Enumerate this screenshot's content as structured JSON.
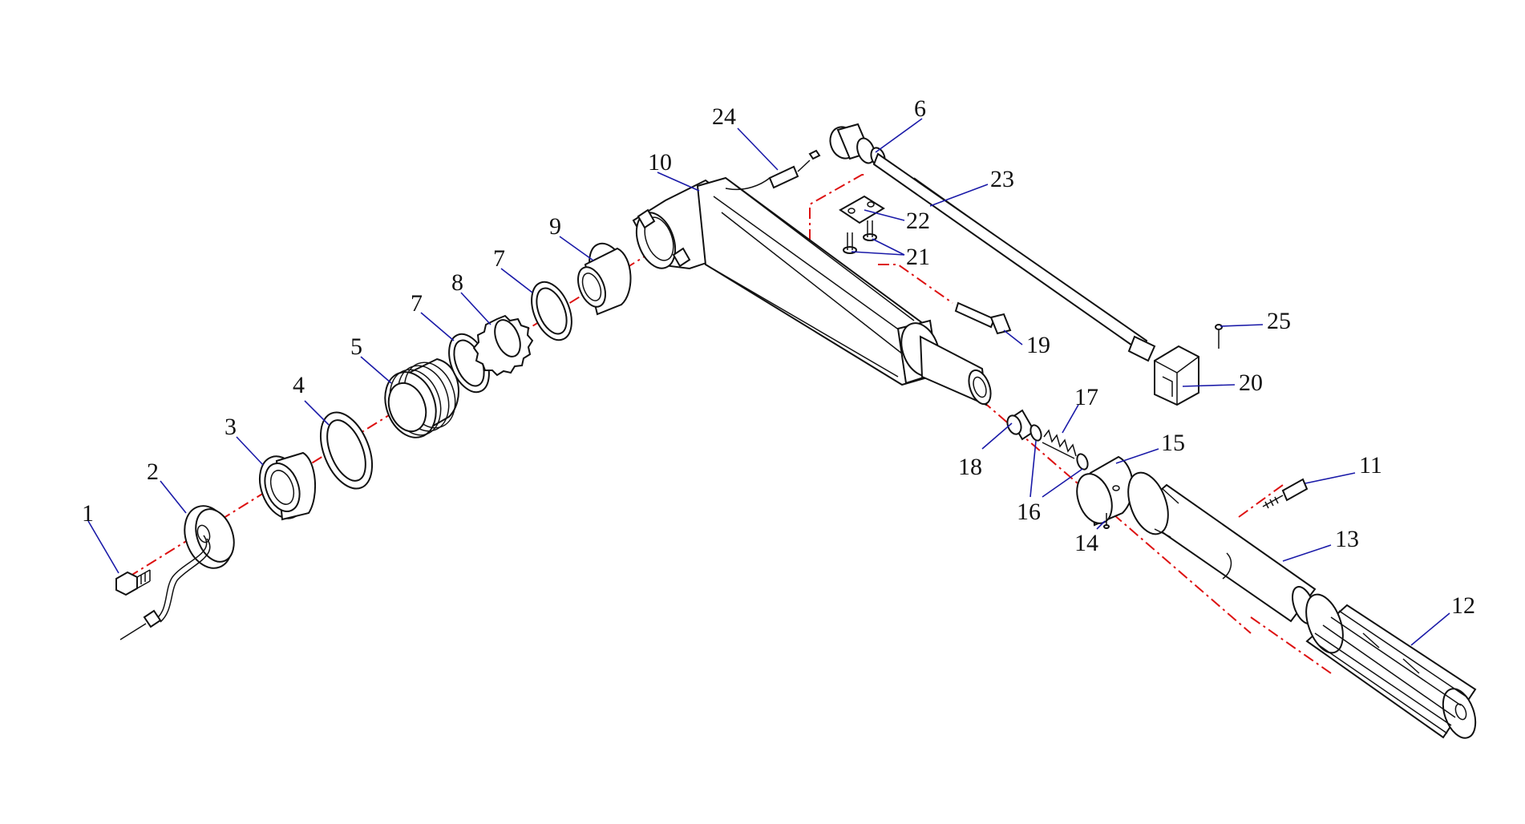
{
  "diagram": {
    "colors": {
      "line": "#111111",
      "leader": "#1a1aa8",
      "axis": "#dd1111",
      "background": "#ffffff"
    },
    "labels": [
      {
        "id": "1",
        "text": "1"
      },
      {
        "id": "2",
        "text": "2"
      },
      {
        "id": "3",
        "text": "3"
      },
      {
        "id": "4",
        "text": "4"
      },
      {
        "id": "5",
        "text": "5"
      },
      {
        "id": "6",
        "text": "6"
      },
      {
        "id": "7a",
        "text": "7"
      },
      {
        "id": "7b",
        "text": "7"
      },
      {
        "id": "8",
        "text": "8"
      },
      {
        "id": "9",
        "text": "9"
      },
      {
        "id": "10",
        "text": "10"
      },
      {
        "id": "11",
        "text": "11"
      },
      {
        "id": "12",
        "text": "12"
      },
      {
        "id": "13",
        "text": "13"
      },
      {
        "id": "14",
        "text": "14"
      },
      {
        "id": "15",
        "text": "15"
      },
      {
        "id": "16",
        "text": "16"
      },
      {
        "id": "17",
        "text": "17"
      },
      {
        "id": "18",
        "text": "18"
      },
      {
        "id": "19",
        "text": "19"
      },
      {
        "id": "20",
        "text": "20"
      },
      {
        "id": "21",
        "text": "21"
      },
      {
        "id": "22",
        "text": "22"
      },
      {
        "id": "23",
        "text": "23"
      },
      {
        "id": "24",
        "text": "24"
      },
      {
        "id": "25",
        "text": "25"
      }
    ]
  }
}
